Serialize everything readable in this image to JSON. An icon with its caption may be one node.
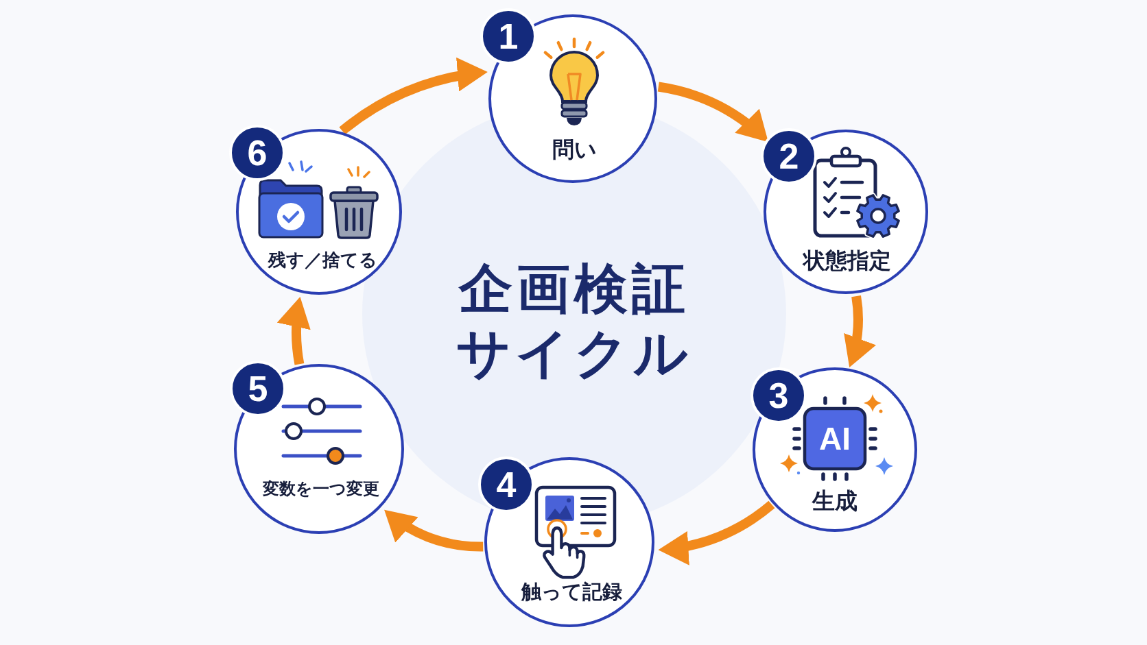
{
  "diagram": {
    "title": "企画検証サイクル",
    "nodes": [
      {
        "text": [
          "1",
          "問い"
        ]
      },
      {
        "text": [
          "2",
          "状態指定"
        ]
      },
      {
        "text": [
          "3",
          "AI",
          "生成"
        ]
      },
      {
        "text": [
          "4",
          "触って記録"
        ]
      },
      {
        "text": [
          "5",
          "変数を一つ変更"
        ]
      },
      {
        "text": [
          "6",
          "残す／捨てる"
        ]
      }
    ],
    "edges": [
      {
        "from": 0,
        "to": 1,
        "arrow": "to"
      },
      {
        "from": 1,
        "to": 2,
        "arrow": "to"
      },
      {
        "from": 2,
        "to": 3,
        "arrow": "to"
      },
      {
        "from": 3,
        "to": 4,
        "arrow": "to"
      },
      {
        "from": 4,
        "to": 5,
        "arrow": "to"
      },
      {
        "from": 5,
        "to": 0,
        "arrow": "to"
      }
    ]
  }
}
